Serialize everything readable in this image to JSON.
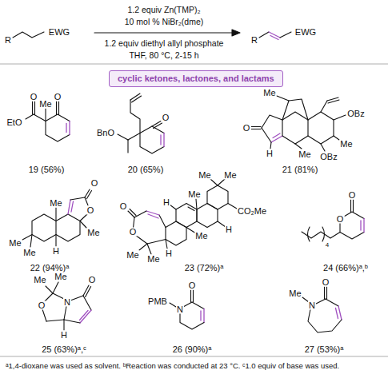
{
  "diagram": {
    "nodes": [
      {
        "text": [
          "cyclic ketones, lactones, and lactams"
        ]
      }
    ],
    "labels": [
      "R",
      "EWG",
      "1.2 equiv Zn(TMP)₂",
      "10 mol % NiBr₂(dme)",
      "1.2 equiv diethyl allyl phosphate",
      "THF, 80 °C, 2-15 h",
      "R",
      "EWG",
      "O",
      "EtO",
      "Me",
      "O",
      "19 (56%)",
      "BnO",
      "O",
      "20 (65%)",
      "Me",
      "OBz",
      "Me",
      "OBz",
      "O",
      "H",
      "Me",
      "21 (81%)",
      "O",
      "O",
      "Me",
      "Me",
      "Me",
      "Me",
      "H",
      "22 (94%)ᵃ",
      "O",
      "O",
      "Me",
      "Me",
      "H",
      "H",
      "Me",
      "Me",
      "H",
      "Me",
      "Me",
      "CO₂Me",
      "23 (72%)ᵃ",
      "O",
      "O",
      "4",
      "24 (66%)ᵃ,ᵇ",
      "Me",
      "Me",
      "O",
      "N",
      "O",
      "H",
      "25 (63%)ᵃ,ᶜ",
      "PMB",
      "N",
      "O",
      "26 (90%)ᵃ",
      "Me",
      "N",
      "O",
      "27 (53%)ᵃ",
      "ᵃ1,4-dioxane was used as solvent. ᵇReaction was conducted at 23 °C. ᶜ1.0 equiv of base was used."
    ]
  }
}
